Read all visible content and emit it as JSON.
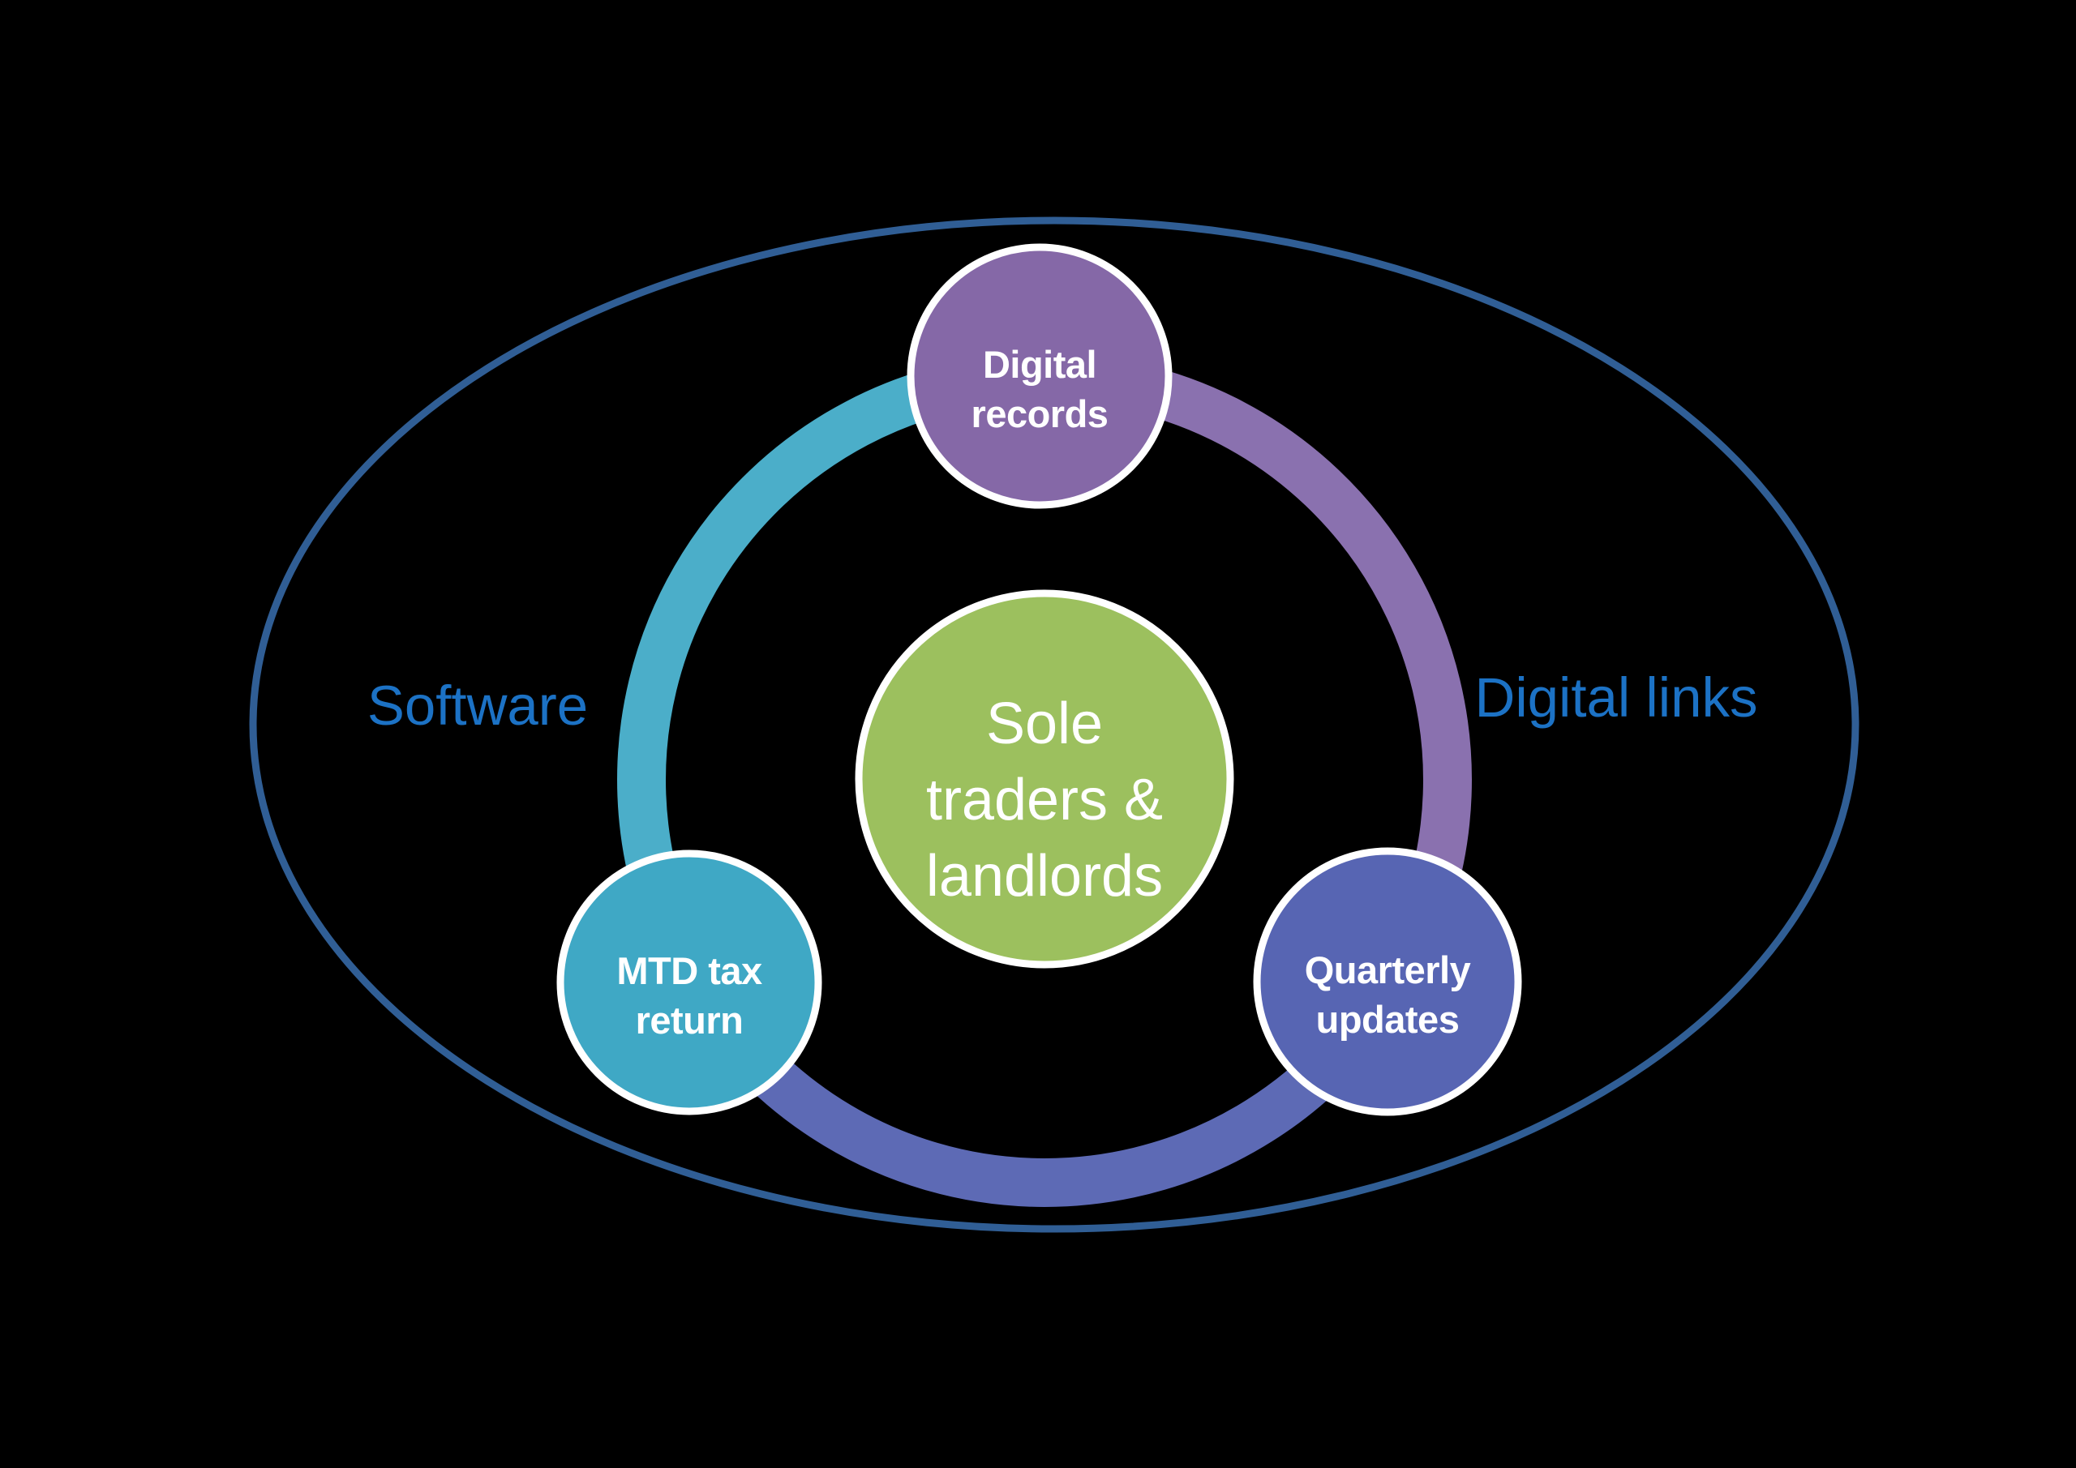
{
  "diagram": {
    "background": "#000000",
    "outer_ellipse_color": "#305E95",
    "white_border": "#FFFFFF",
    "center": {
      "line1": "Sole",
      "line2": "traders &",
      "line3": "landlords",
      "fill": "#9CC05E"
    },
    "nodes": {
      "digital_records": {
        "line1": "Digital",
        "line2": "records",
        "fill": "#8568A7",
        "arc": "#8A71AF"
      },
      "mtd_tax_return": {
        "line1": "MTD tax",
        "line2": "return",
        "fill": "#3FA8C5",
        "arc": "#4BAEC9"
      },
      "quarterly_updates": {
        "line1": "Quarterly",
        "line2": "updates",
        "fill": "#5765B3",
        "arc": "#5D6AB5"
      }
    },
    "labels": {
      "software": "Software",
      "digital_links": "Digital links",
      "color": "#1C72C5"
    }
  }
}
